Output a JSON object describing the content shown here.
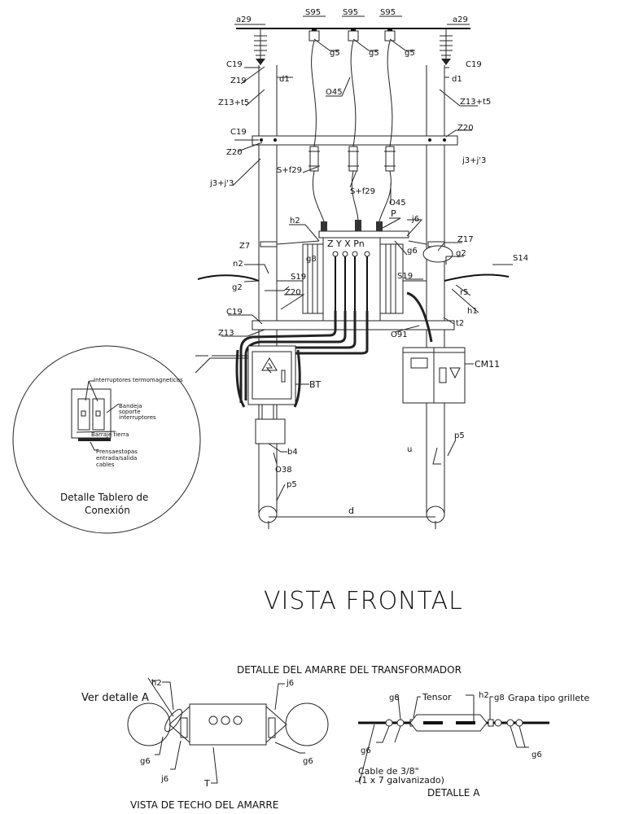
{
  "main": {
    "title": "VISTA FRONTAL",
    "labels": {
      "a29_left": "a29",
      "a29_right": "a29",
      "s95_1": "S95",
      "s95_2": "S95",
      "s95_3": "S95",
      "g5_1": "g5",
      "g5_2": "g5",
      "g5_3": "g5",
      "c19_tl": "C19",
      "c19_tr": "C19",
      "z19": "Z19",
      "d1_l": "d1",
      "d1_r": "d1",
      "z13t5_l": "Z13+t5",
      "z13t5_r": "Z13+t5",
      "o45_top": "O45",
      "c19_arm": "C19",
      "z20_l": "Z20",
      "z20_r": "Z20",
      "j3_l": "j3+j'3",
      "j3_r": "j3+j'3",
      "sf29_l": "S+f29",
      "sf29_r": "S+f29",
      "o45_mid": "O45",
      "h2": "h2",
      "p": "P",
      "j6": "j6",
      "z7": "Z7",
      "g8": "g8",
      "phases": "Z Y X Pn",
      "g6": "g6",
      "z17": "Z17",
      "g2_r": "g2",
      "s14": "S14",
      "n2": "n2",
      "s19_l": "S19",
      "s19_r": "S19",
      "g2_l": "g2",
      "z20_low": "Z20",
      "r5": "r5",
      "h1": "h1",
      "c19_low": "C19",
      "t2": "t2",
      "z13": "Z13",
      "o91": "O91",
      "bt": "BT",
      "cm11": "CM11",
      "b4": "b4",
      "o38": "O38",
      "p5_l": "p5",
      "p5_r": "p5",
      "u": "u",
      "d": "d"
    }
  },
  "detail_panel": {
    "title_line1": "Detalle Tablero de",
    "title_line2": "Conexión",
    "breakers": "Interruptores termomagneticos",
    "tray_1": "Bandeja",
    "tray_2": "soporte",
    "tray_3": "interruptores",
    "ground_bar": "Barraje tierra",
    "glands_1": "Prensaestopas",
    "glands_2": "entrada/salida",
    "glands_3": "cables"
  },
  "bottom": {
    "title": "DETALLE DEL AMARRE DEL TRANSFORMADOR",
    "roof_view": {
      "caption": "VISTA DE TECHO DEL AMARRE",
      "ver_detalle": "Ver detalle A",
      "h2": "h2",
      "j6_tr": "j6",
      "g6_l": "g6",
      "g6_r": "g6",
      "j6_bl": "j6",
      "t": "T"
    },
    "detail_a": {
      "caption": "DETALLE A",
      "g8_l": "g8",
      "tensor": "Tensor",
      "h2": "h2",
      "g8_r": "g8",
      "grapa": "Grapa tipo grillete",
      "g6_l": "g6",
      "g6_r": "g6",
      "cable_1": "Cable de 3/8\"",
      "cable_2": "(1 x 7 galvanizado)"
    }
  }
}
